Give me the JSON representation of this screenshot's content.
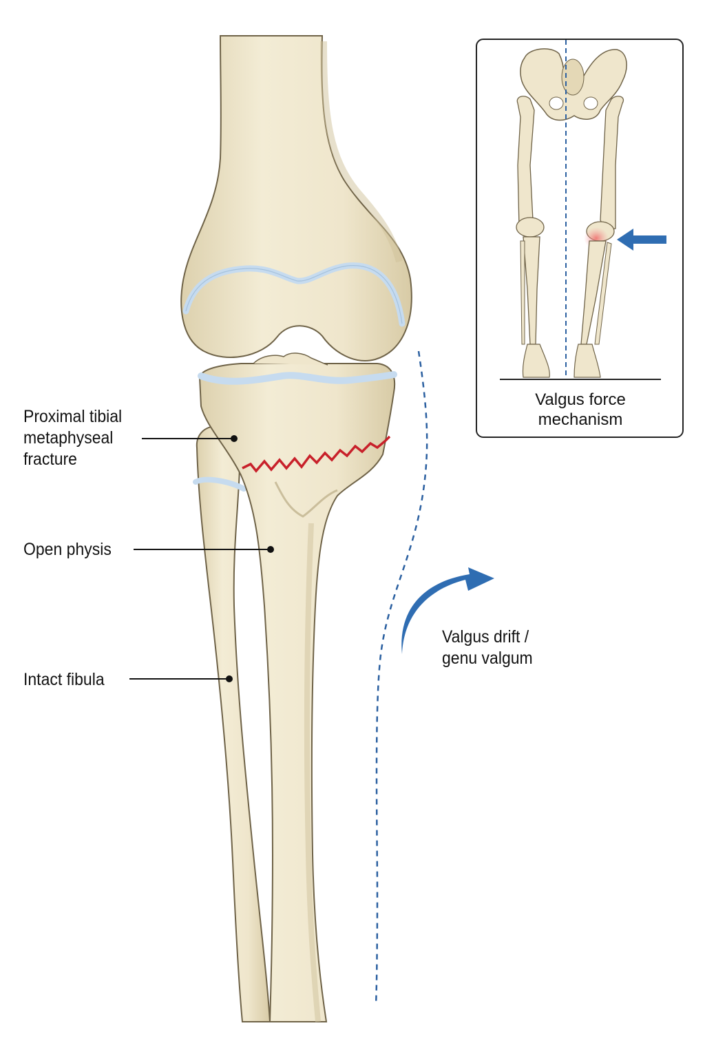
{
  "labels": {
    "fracture": [
      "Proximal tibial",
      "metaphyseal",
      "fracture"
    ],
    "physis": "Open physis",
    "fibula": "Intact fibula",
    "drift": [
      "Valgus drift /",
      "genu valgum"
    ]
  },
  "inset": {
    "caption": [
      "Valgus force",
      "mechanism"
    ]
  },
  "colors": {
    "bone": "#efe6cc",
    "bone_outline": "#6e6247",
    "cartilage": "#c6dbef",
    "fracture": "#c8202a",
    "arrow": "#2f6db2",
    "axis": "#2a5fa0",
    "highlight": "#f08a8a"
  }
}
